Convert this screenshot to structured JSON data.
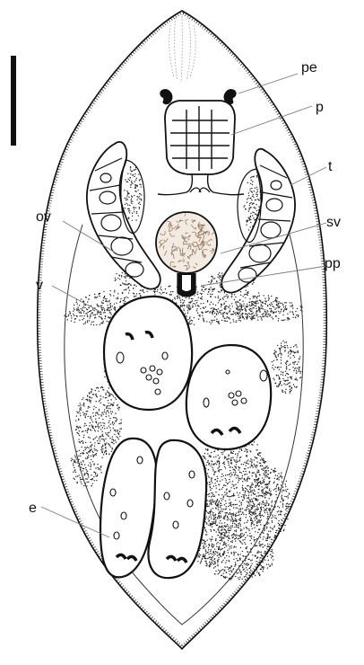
{
  "figure": {
    "labels": {
      "pe": "pe",
      "p": "p",
      "t": "t",
      "ov": "ov",
      "sv": "sv",
      "pp": "pp",
      "v": "v",
      "e": "e"
    },
    "colors": {
      "ink": "#111111",
      "leader": "#7a7a7a",
      "stipple": "#222222",
      "vesicle_fill": "#8a6a52"
    }
  }
}
